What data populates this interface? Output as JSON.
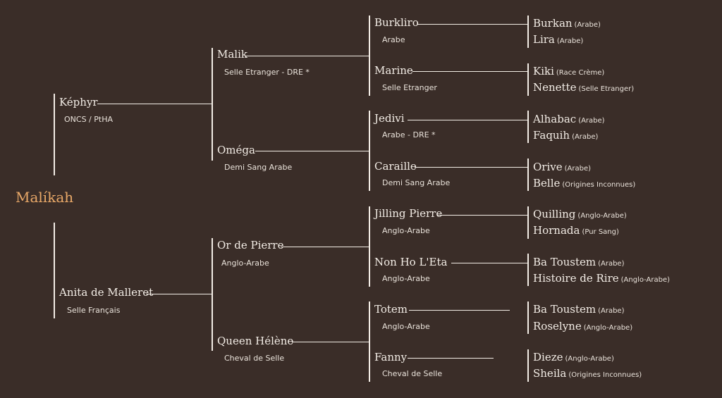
{
  "subject": "Malíkah",
  "sire": {
    "name": "Képhyr",
    "breed": "ONCS / PtHA"
  },
  "dam": {
    "name": "Anita de Malleret",
    "breed": "Selle Français"
  },
  "grandparents": [
    {
      "name": "Malik",
      "breed": "Selle Etranger - DRE *"
    },
    {
      "name": "Oméga",
      "breed": "Demi Sang Arabe"
    },
    {
      "name": "Or de Pierre",
      "breed": "Anglo-Arabe"
    },
    {
      "name": "Queen Hélène",
      "breed": "Cheval de Selle"
    }
  ],
  "great_grandparents": [
    {
      "name": "Burkliro",
      "breed": "Arabe"
    },
    {
      "name": "Marine",
      "breed": "Selle Etranger"
    },
    {
      "name": "Jedivi",
      "breed": "Arabe - DRE *"
    },
    {
      "name": "Caraille",
      "breed": "Demi Sang Arabe"
    },
    {
      "name": "Jilling Pierre",
      "breed": "Anglo-Arabe"
    },
    {
      "name": "Non Ho L'Eta",
      "breed": "Anglo-Arabe"
    },
    {
      "name": "Totem",
      "breed": "Anglo-Arabe"
    },
    {
      "name": "Fanny",
      "breed": "Cheval de Selle"
    }
  ],
  "great_great_grandparents": [
    {
      "name": "Burkan",
      "breed": "(Arabe)"
    },
    {
      "name": "Lira",
      "breed": "(Arabe)"
    },
    {
      "name": "Kiki",
      "breed": "(Race Crème)"
    },
    {
      "name": "Nenette",
      "breed": "(Selle Etranger)"
    },
    {
      "name": "Alhabac",
      "breed": "(Arabe)"
    },
    {
      "name": "Faquih",
      "breed": "(Arabe)"
    },
    {
      "name": "Orive",
      "breed": "(Arabe)"
    },
    {
      "name": "Belle",
      "breed": "(Origines Inconnues)"
    },
    {
      "name": "Quilling",
      "breed": "(Anglo-Arabe)"
    },
    {
      "name": "Hornada",
      "breed": "(Pur Sang)"
    },
    {
      "name": "Ba Toustem",
      "breed": "(Arabe)"
    },
    {
      "name": "Histoire de Rire",
      "breed": "(Anglo-Arabe)"
    },
    {
      "name": "Ba Toustem",
      "breed": "(Arabe)"
    },
    {
      "name": "Roselyne",
      "breed": "(Anglo-Arabe)"
    },
    {
      "name": "Dieze",
      "breed": "(Anglo-Arabe)"
    },
    {
      "name": "Sheila",
      "breed": "(Origines Inconnues)"
    }
  ],
  "colors": {
    "background": "#3a2d28",
    "subject": "#e8a868",
    "text": "#f3ede6"
  }
}
